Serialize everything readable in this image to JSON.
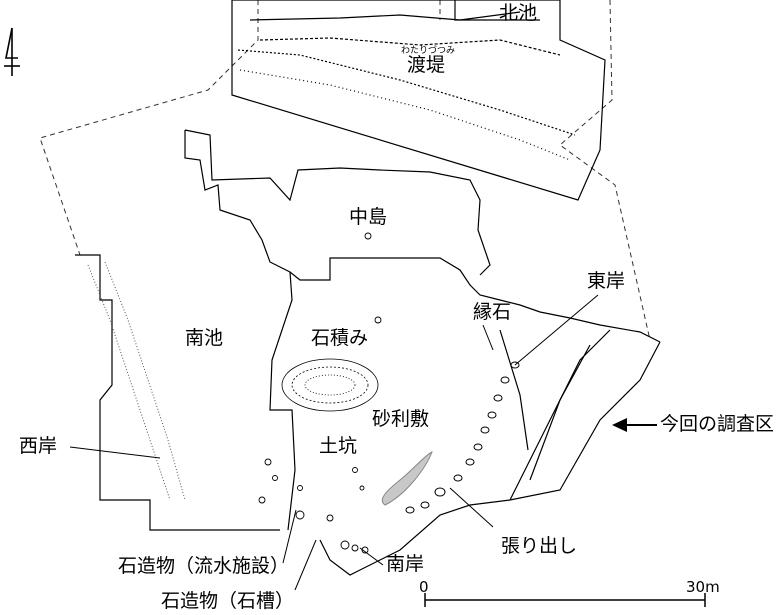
{
  "map": {
    "labels": {
      "north_pond": "北池",
      "causeway_reading": "わたりづつみ",
      "causeway": "渡堤",
      "middle_island": "中島",
      "south_pond": "南池",
      "stone_pile": "石積み",
      "edge_stones": "縁石",
      "east_bank": "東岸",
      "west_bank": "西岸",
      "gravel_paving": "砂利敷",
      "pit": "土坑",
      "current_survey_area": "今回の調査区",
      "projection": "張り出し",
      "south_bank": "南岸",
      "stone_structure_flow": "石造物（流水施設）",
      "stone_structure_tank": "石造物（石槽）"
    },
    "scale": {
      "start": "0",
      "end": "30m"
    },
    "north_arrow": "north-arrow-icon",
    "colors": {
      "ink": "#000000",
      "gravel_fill": "#c8c8c8",
      "dashed_boundary": "#333333"
    }
  }
}
